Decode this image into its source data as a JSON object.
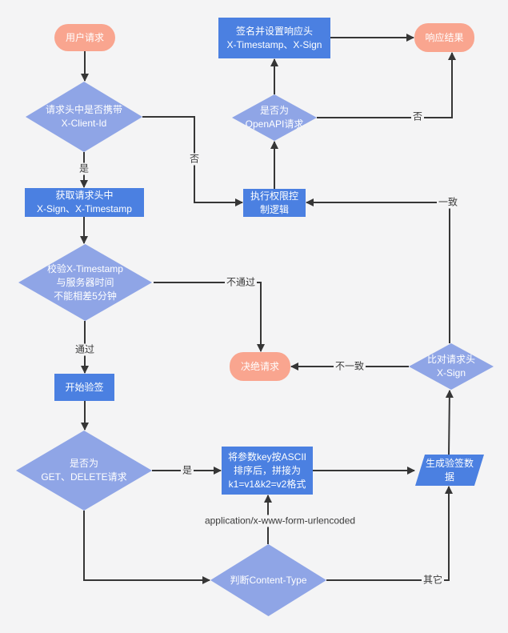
{
  "flowchart": {
    "background": "#f4f4f5",
    "colors": {
      "process_fill": "#4b80e1",
      "decision_fill": "#8fa5e6",
      "terminal_fill": "#f9a58f",
      "connector": "#363636",
      "label_text": "#3a3a3a",
      "node_text": "#ffffff"
    },
    "nodes": {
      "user_request": {
        "label": "用户请求",
        "shape": "terminal"
      },
      "has_client_id": {
        "label": "请求头中是否携带\nX-Client-Id",
        "shape": "decision"
      },
      "sign_response": {
        "label": "签名并设置响应头\nX-Timestamp、X-Sign",
        "shape": "process"
      },
      "response_result": {
        "label": "响应结果",
        "shape": "terminal"
      },
      "is_openapi": {
        "label": "是否为\nOpenAPI请求",
        "shape": "decision"
      },
      "permission_logic": {
        "label": "执行权限控\n制逻辑",
        "shape": "process"
      },
      "get_headers": {
        "label": "获取请求头中\nX-Sign、X-Timestamp",
        "shape": "process"
      },
      "check_timestamp": {
        "label": "校验X-Timestamp\n与服务器时间\n不能相差5分钟",
        "shape": "decision"
      },
      "reject_request": {
        "label": "决绝请求",
        "shape": "terminal"
      },
      "compare_sign": {
        "label": "比对请求头\nX-Sign",
        "shape": "decision"
      },
      "start_verify": {
        "label": "开始验签",
        "shape": "process"
      },
      "is_get_delete": {
        "label": "是否为\nGET、DELETE请求",
        "shape": "decision"
      },
      "sort_params": {
        "label": "将参数key按ASCII\n排序后，拼接为\nk1=v1&k2=v2格式",
        "shape": "process"
      },
      "gen_sign_data": {
        "label": "生成验签数\n据",
        "shape": "io"
      },
      "judge_content_type": {
        "label": "判断Content-Type",
        "shape": "decision"
      }
    },
    "edge_labels": {
      "yes_client_id": "是",
      "no_client_id": "否",
      "ts_pass": "通过",
      "ts_fail": "不通过",
      "yes_get_delete": "是",
      "sign_not_match": "不一致",
      "sign_match": "一致",
      "not_openapi": "否",
      "content_type_other": "其它",
      "content_type_form": "application/x-www-form-urlencoded"
    }
  }
}
